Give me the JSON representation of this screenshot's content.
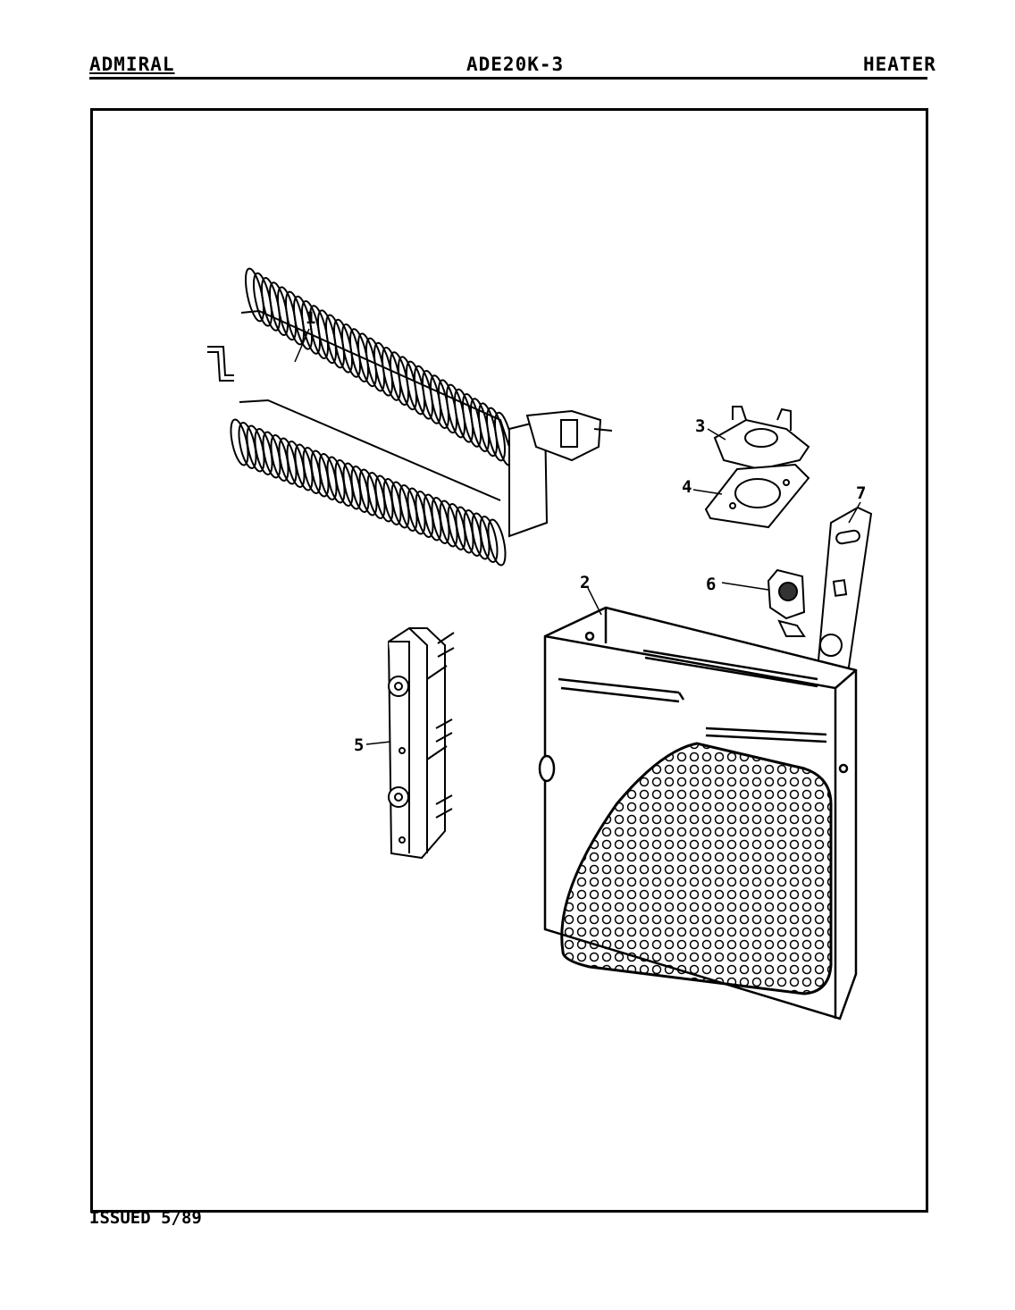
{
  "header": {
    "brand": "ADMIRAL",
    "model": "ADE20K-3",
    "section": "HEATER"
  },
  "footer": {
    "issued": "ISSUED 5/89"
  },
  "callouts": {
    "c1": "1",
    "c2": "2",
    "c3": "3",
    "c4": "4",
    "c5": "5",
    "c6": "6",
    "c7": "7"
  }
}
